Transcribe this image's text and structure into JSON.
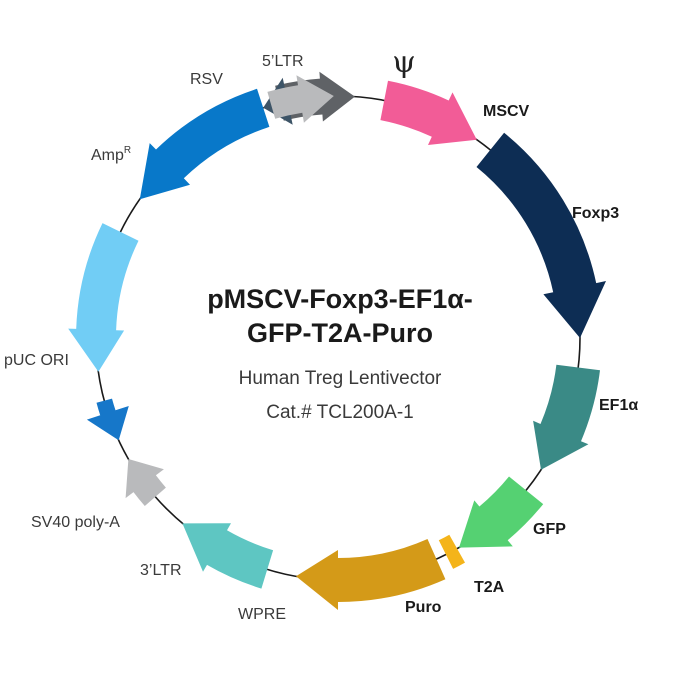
{
  "plasmid": {
    "name_line1": "pMSCV-Foxp3-EF1α-",
    "name_line2": "GFP-T2A-Puro",
    "description": "Human Treg Lentivector",
    "catalog": "Cat.# TCL200A-1"
  },
  "features": [
    {
      "id": "psi",
      "label": "ψ",
      "color": "#5f6266",
      "bold": false
    },
    {
      "id": "mscv",
      "label": "MSCV",
      "color": "#f25c97",
      "bold": true
    },
    {
      "id": "foxp3",
      "label": "Foxp3",
      "color": "#0d2d54",
      "bold": true
    },
    {
      "id": "ef1a",
      "label": "EF1α",
      "color": "#3a8a86",
      "bold": true
    },
    {
      "id": "gfp",
      "label": "GFP",
      "color": "#55d172",
      "bold": true
    },
    {
      "id": "t2a",
      "label": "T2A",
      "color": "#f4b41a",
      "bold": true
    },
    {
      "id": "puro",
      "label": "Puro",
      "color": "#d49a18",
      "bold": true
    },
    {
      "id": "wpre",
      "label": "WPRE",
      "color": "#5ec6c2",
      "bold": false
    },
    {
      "id": "ltr3",
      "label": "3’LTR",
      "color": "#b9babc",
      "bold": false
    },
    {
      "id": "sv40",
      "label": "SV40 poly-A",
      "color": "#1677c9",
      "bold": false
    },
    {
      "id": "puc",
      "label": "pUC ORI",
      "color": "#71cdf5",
      "bold": false
    },
    {
      "id": "amp",
      "label": "Amp",
      "label_sup": "R",
      "color": "#0878c9",
      "bold": false
    },
    {
      "id": "rsv",
      "label": "RSV",
      "color": "#3d5467",
      "bold": false
    },
    {
      "id": "ltr5",
      "label": "5’LTR",
      "color": "#b9babc",
      "bold": false
    }
  ]
}
